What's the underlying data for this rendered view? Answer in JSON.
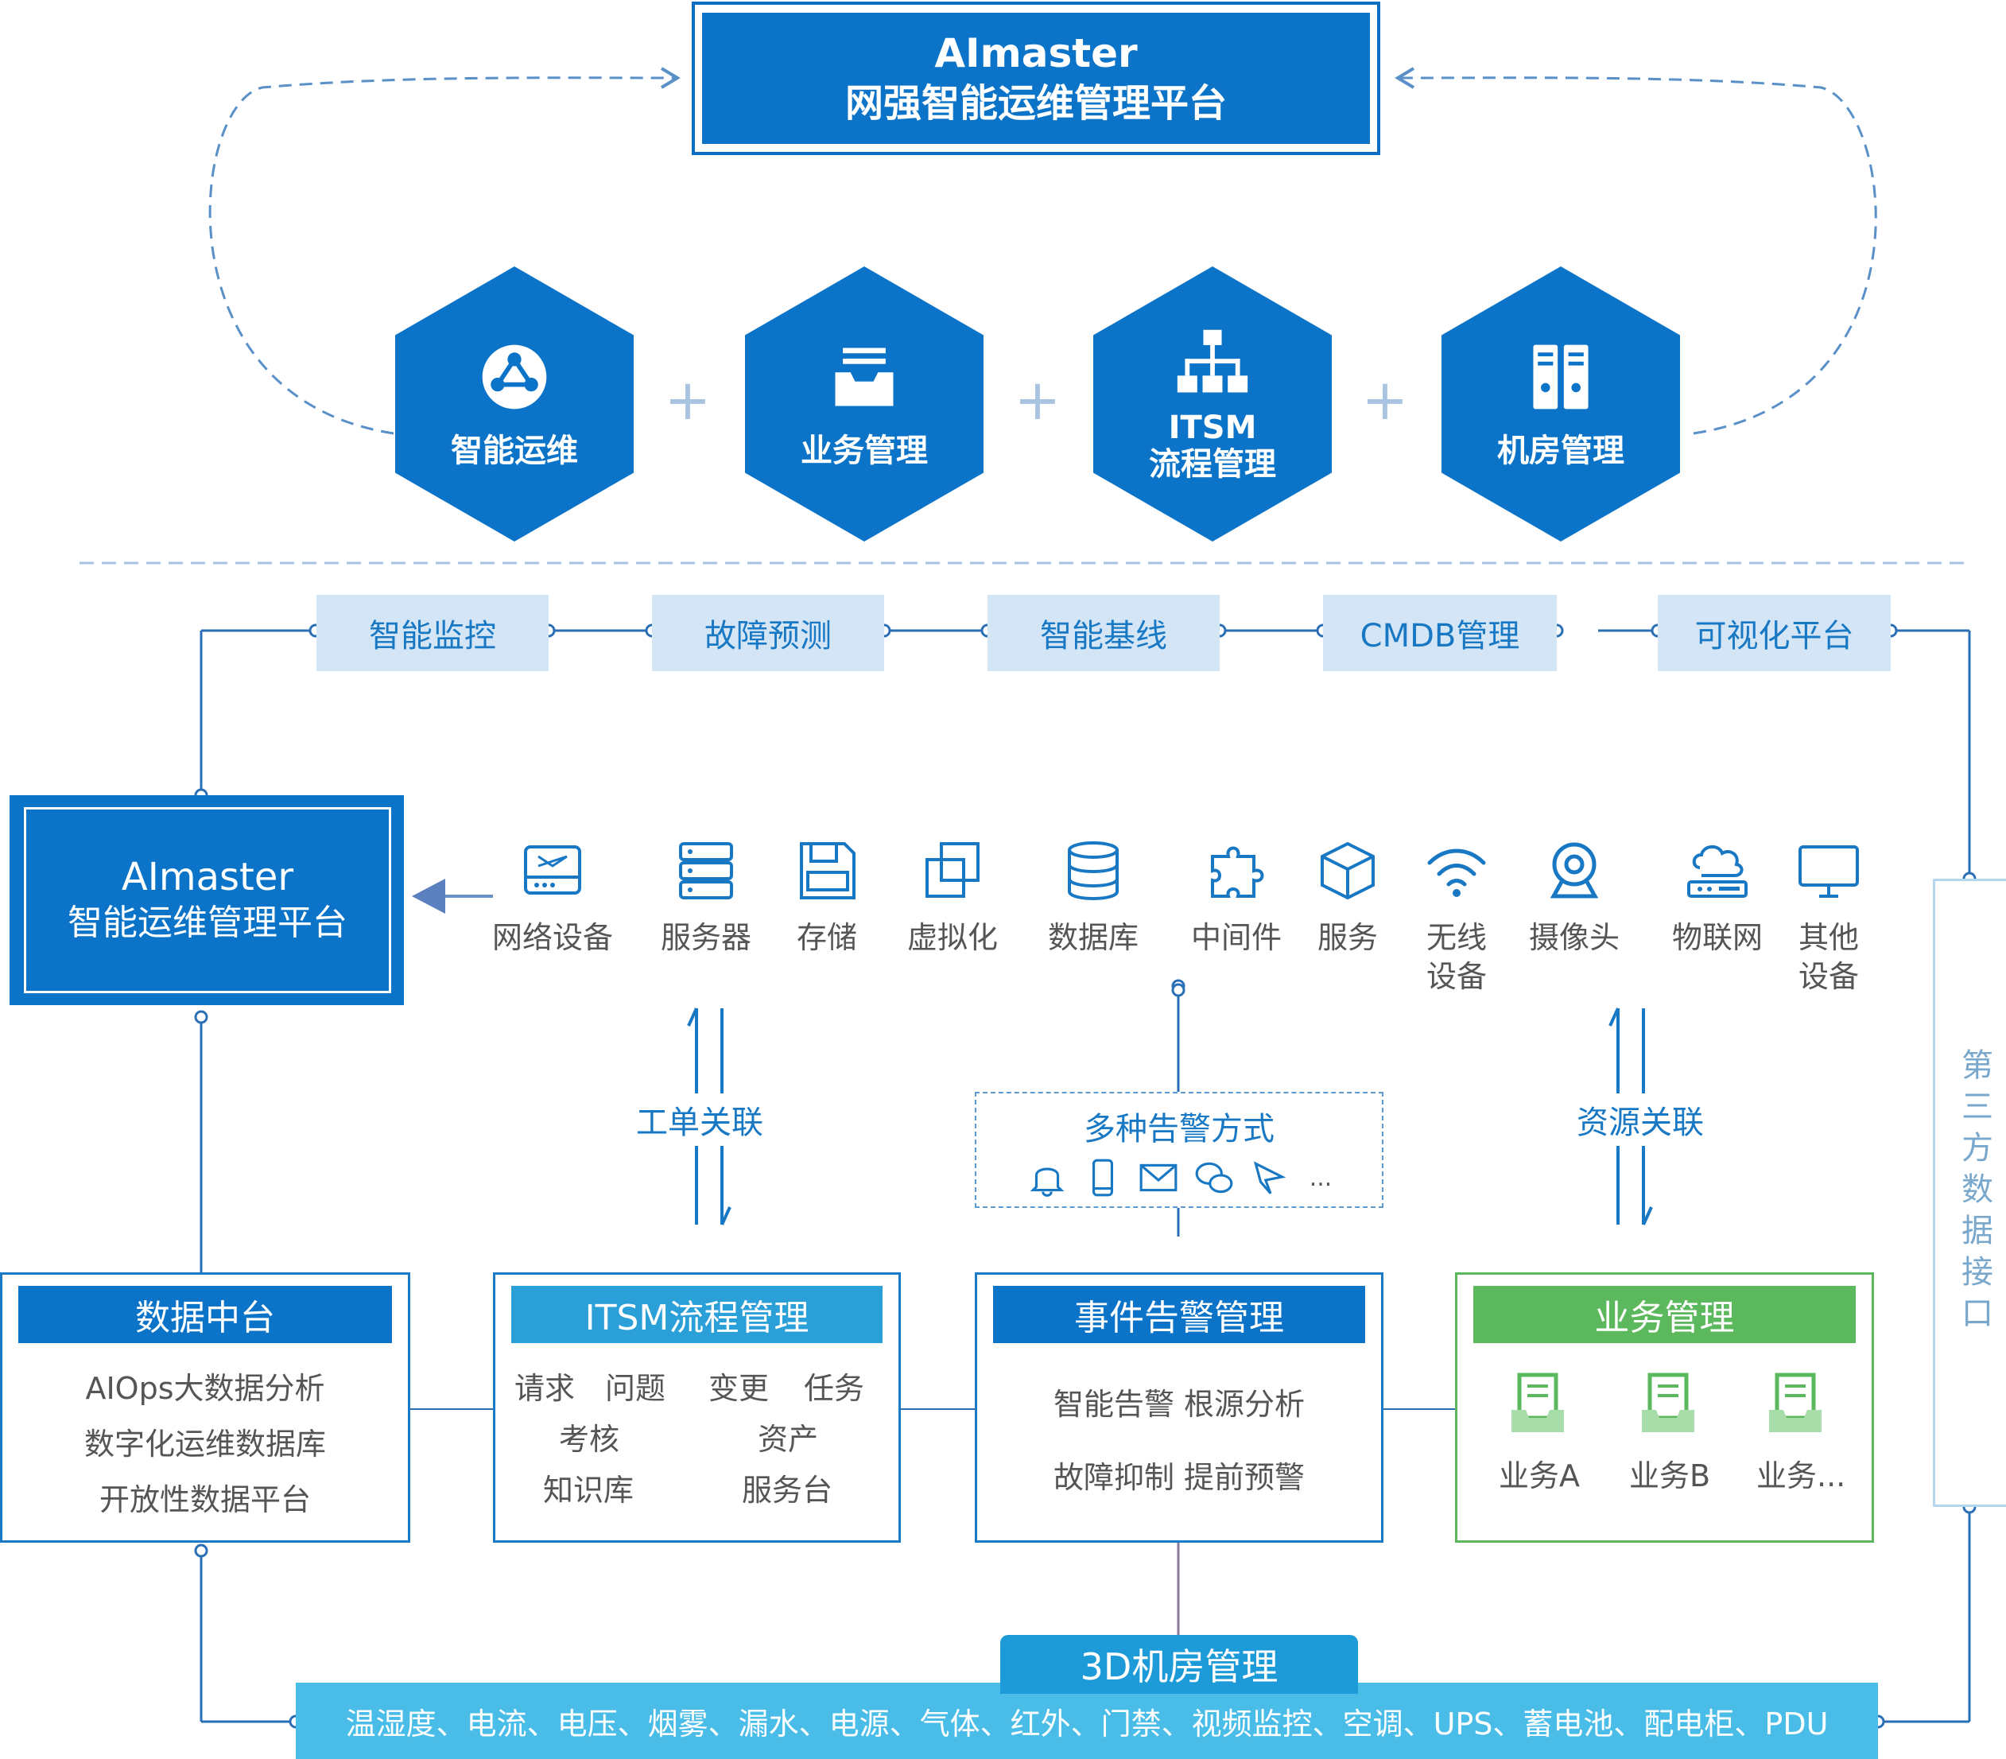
{
  "top_platform": {
    "line1": "AImaster",
    "line2": "网强智能运维管理平台"
  },
  "hexagons": [
    {
      "icon": "globe-network-icon",
      "label": "智能运维"
    },
    {
      "icon": "inbox-tray-icon",
      "label": "业务管理"
    },
    {
      "icon": "org-chart-icon",
      "label": "ITSM\n流程管理"
    },
    {
      "icon": "server-rack-icon",
      "label": "机房管理"
    }
  ],
  "plus_sign": "+",
  "features": [
    "智能监控",
    "故障预测",
    "智能基线",
    "CMDB管理",
    "可视化平台"
  ],
  "ai_platform": {
    "line1": "AImaster",
    "line2": "智能运维管理平台"
  },
  "devices": [
    {
      "icon": "network-switch-icon",
      "label": "网络设备"
    },
    {
      "icon": "server-icon",
      "label": "服务器"
    },
    {
      "icon": "storage-floppy-icon",
      "label": "存储"
    },
    {
      "icon": "virtualization-icon",
      "label": "虚拟化"
    },
    {
      "icon": "database-icon",
      "label": "数据库"
    },
    {
      "icon": "puzzle-middleware-icon",
      "label": "中间件"
    },
    {
      "icon": "cube-service-icon",
      "label": "服务"
    },
    {
      "icon": "wifi-icon",
      "label": "无线\n设备"
    },
    {
      "icon": "webcam-icon",
      "label": "摄像头"
    },
    {
      "icon": "iot-cloud-icon",
      "label": "物联网"
    },
    {
      "icon": "monitor-icon",
      "label": "其他\n设备"
    }
  ],
  "links": {
    "work_order": "工单关联",
    "resource": "资源关联"
  },
  "alert_methods": {
    "title": "多种告警方式",
    "icons": [
      "bell-icon",
      "phone-icon",
      "mail-icon",
      "wechat-icon",
      "bird-icon"
    ],
    "more": "..."
  },
  "data_center": {
    "title": "数据中台",
    "lines": [
      "AIOps大数据分析",
      "数字化运维数据库",
      "开放性数据平台"
    ]
  },
  "itsm": {
    "title": "ITSM流程管理",
    "items": [
      "请求",
      "问题",
      "变更",
      "任务",
      "考核",
      "资产",
      "知识库",
      "服务台"
    ]
  },
  "event_alert": {
    "title": "事件告警管理",
    "lines": [
      "智能告警 根源分析",
      "故障抑制 提前预警"
    ]
  },
  "business": {
    "title": "业务管理",
    "items": [
      "业务A",
      "业务B",
      "业务..."
    ]
  },
  "room_3d": {
    "title": "3D机房管理",
    "items": "温湿度、电流、电压、烟雾、漏水、电源、气体、红外、门禁、视频监控、空调、UPS、蓄电池、配电柜、PDU"
  },
  "third_party": "第三方数据接口",
  "colors": {
    "primary": "#0b74c8",
    "light_tab": "#d4e6f6",
    "green": "#5cb85c",
    "cyan": "#49bde8"
  }
}
